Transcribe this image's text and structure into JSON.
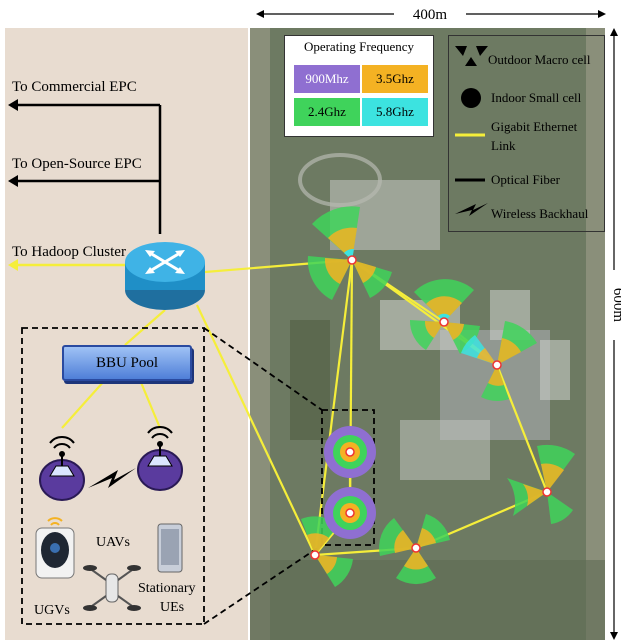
{
  "dimensions": {
    "top": "400m",
    "right": "600m"
  },
  "backhaul_labels": {
    "commercial": "To  Commercial EPC",
    "open_source": "To Open-Source EPC",
    "hadoop": "To Hadoop Cluster"
  },
  "frequency_legend": {
    "title": "Operating Frequency",
    "bands": [
      {
        "label": "900Mhz",
        "color": "#8f6fd1"
      },
      {
        "label": "3.5Ghz",
        "color": "#f4b223"
      },
      {
        "label": "2.4Ghz",
        "color": "#3fd35b"
      },
      {
        "label": "5.8Ghz",
        "color": "#3ce3e0"
      }
    ]
  },
  "symbol_legend": {
    "macro": "Outdoor Macro cell",
    "small": "Indoor Small cell",
    "ethernet_line1": "Gigabit Ethernet",
    "ethernet_line2": "Link",
    "fiber": "Optical Fiber",
    "wireless": "Wireless Backhaul"
  },
  "bbu_pool": "BBU Pool",
  "devices": {
    "ugvs": "UGVs",
    "uavs": "UAVs",
    "stationary_line1": "Stationary",
    "stationary_line2": "UEs"
  },
  "colors": {
    "ethernet": "#f5ee3a",
    "fiber": "#000000",
    "left_panel": "#e8dcd0",
    "map": "#6d7a62",
    "router": "#1f8fc7",
    "device": "#5a3b9e"
  }
}
